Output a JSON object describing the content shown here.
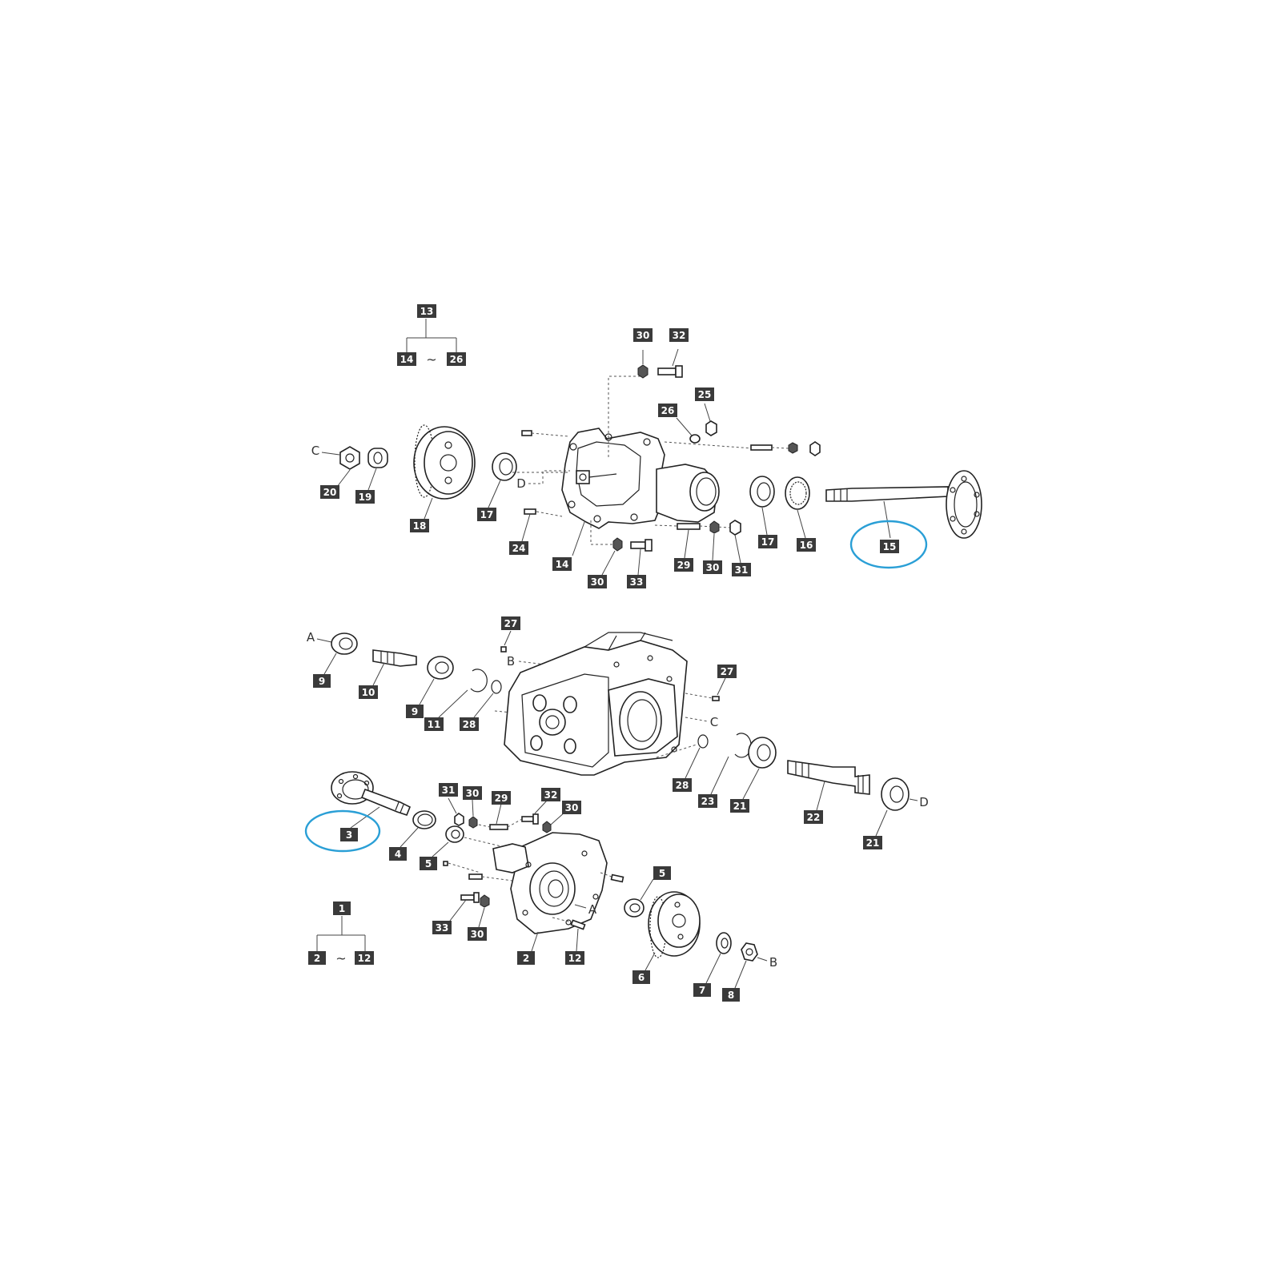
{
  "highlight_color": "#2a9fd6",
  "tag_color": "#3a3a3a",
  "upper_assembly": {
    "group_label": "13",
    "range_start": "14",
    "range_sep": "~",
    "range_end": "26",
    "letters": {
      "c": "C",
      "d": "D"
    },
    "callouts": {
      "p30a": "30",
      "p32": "32",
      "p25": "25",
      "p26": "26",
      "p20": "20",
      "p19": "19",
      "p18": "18",
      "p17a": "17",
      "p24": "24",
      "p14": "14",
      "p30b": "30",
      "p33": "33",
      "p29": "29",
      "p30c": "30",
      "p31": "31",
      "p17b": "17",
      "p16": "16",
      "p15": "15"
    },
    "highlighted": "15"
  },
  "lower_assembly": {
    "group_label": "1",
    "range_start": "2",
    "range_sep": "~",
    "range_end": "12",
    "letters": {
      "a1": "A",
      "b1": "B",
      "c1": "C",
      "d1": "D",
      "a2": "A",
      "b2": "B"
    },
    "callouts": {
      "p27a": "27",
      "p27b": "27",
      "p9a": "9",
      "p10": "10",
      "p9b": "9",
      "p11": "11",
      "p28a": "28",
      "p28b": "28",
      "p23": "23",
      "p21a": "21",
      "p22": "22",
      "p21b": "21",
      "p3": "3",
      "p4": "4",
      "p5a": "5",
      "p31": "31",
      "p30a": "30",
      "p29": "29",
      "p32": "32",
      "p30b": "30",
      "p33": "33",
      "p30c": "30",
      "p2": "2",
      "p12": "12",
      "p5b": "5",
      "p6": "6",
      "p7": "7",
      "p8": "8"
    },
    "highlighted": "3"
  }
}
